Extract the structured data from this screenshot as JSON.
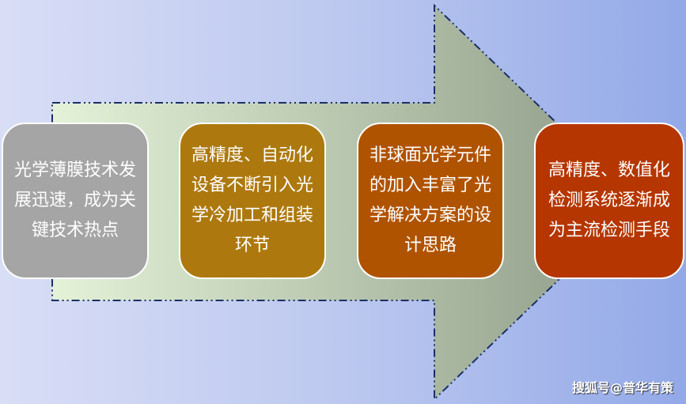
{
  "boxes": [
    {
      "text": "光学薄膜技术发展迅速，成为关键技术热点",
      "color": "#a5a5a5"
    },
    {
      "text": "高精度、自动化设备不断引入光学冷加工和组装环节",
      "color": "#ad790f"
    },
    {
      "text": "非球面光学元件的加入丰富了光学解决方案的设计思路",
      "color": "#b05300"
    },
    {
      "text": "高精度、数值化检测系统逐渐成为主流检测手段",
      "color": "#b53600"
    }
  ],
  "watermark": "搜狐号@普华有策"
}
